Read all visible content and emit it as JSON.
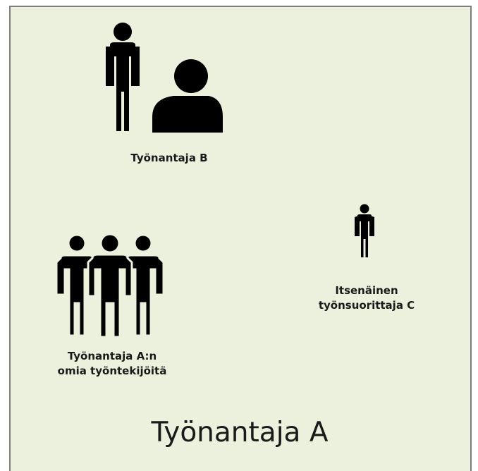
{
  "diagram": {
    "container_label": "Työnantaja A",
    "groups": [
      {
        "id": "employer-b",
        "label": "Työnantaja B",
        "icon": "person-and-user-icon"
      },
      {
        "id": "employees-a",
        "label_lines": [
          "Työnantaja A:n",
          "omia työntekijöitä"
        ],
        "icon": "group-of-three-persons-icon"
      },
      {
        "id": "contractor-c",
        "label_lines": [
          "Itsenäinen",
          "työnsuorittaja C"
        ],
        "icon": "single-person-icon"
      }
    ]
  },
  "colors": {
    "background": "#ebf1dd",
    "border": "#7f7f7f",
    "icon": "#000000"
  }
}
